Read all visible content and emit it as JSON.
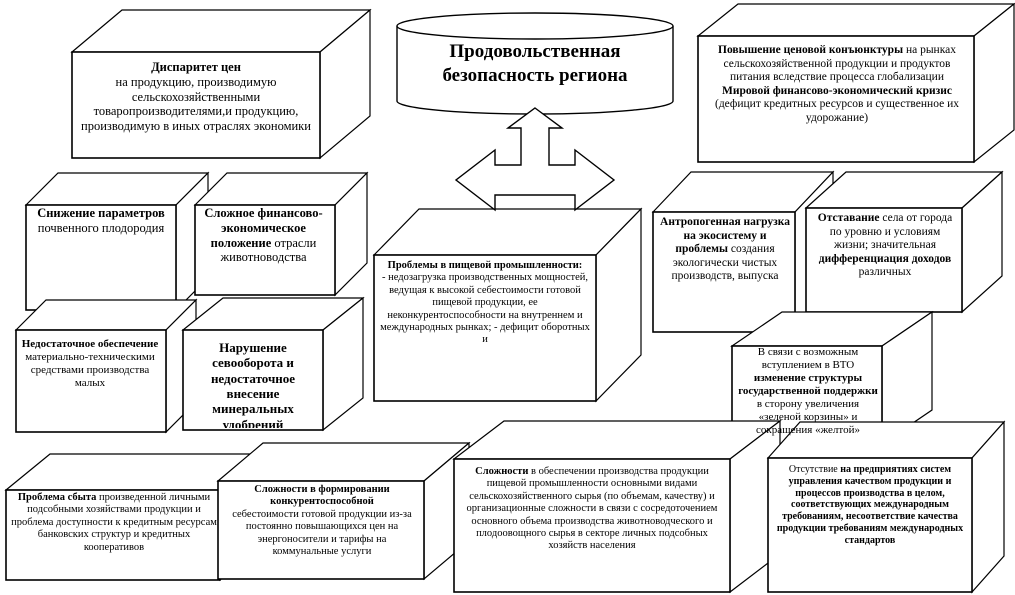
{
  "center": {
    "title_line1": "Продовольственная",
    "title_line2": "безопасность региона"
  },
  "boxes": {
    "disparity": {
      "bold": "Диспаритет цен",
      "text": "на продукцию, производимую сельскохозяйственными товаропроизводителями,и продукцию, производимую в иных отраслях экономики"
    },
    "price_conjuncture": {
      "bold1": "Повышение ценовой конъюнктуры",
      "text1": " на рынках сельскохозяйственной продукции и продуктов питания вследствие процесса глобализации",
      "bold2": "Мировой финансово-экономический кризис",
      "text2": " (дефицит кредитных ресурсов и существенное их удорожание)"
    },
    "soil": {
      "bold": "Снижение параметров",
      "text": " почвенного плодородия"
    },
    "livestock": {
      "bold": "Сложное финансово-экономическое положение",
      "text": " отрасли животноводства"
    },
    "food_industry": {
      "bold": "Проблемы в пищевой промышленности:",
      "text": "- недозагрузка производственных мощностей, ведущая к высокой себестоимости готовой пищевой продукции, ее неконкурентоспособности на внутреннем и международных рынках; - дефицит оборотных и"
    },
    "anthropogenic": {
      "bold": "Антропогенная нагрузка на экосистему и проблемы",
      "text": " создания экологически чистых производств, выпуска"
    },
    "village_lag": {
      "bold1": "Отставание",
      "text1": " села от города по уровню и условиям жизни; значительная ",
      "bold2": "дифференциация доходов",
      "text2": " различных"
    },
    "material_support": {
      "bold": "Недостаточное обеспечение",
      "text": " материально-техническими средствами производства малых"
    },
    "crop_rotation": {
      "bold": "Нарушение севооборота и недостаточное внесение минеральных удобрений"
    },
    "wto": {
      "text1": "В связи с возможным вступлением в ВТО ",
      "bold": "изменение структуры государственной поддержки",
      "text2": " в сторону увеличения «зеленой корзины» и сокращения «желтой»"
    },
    "sales": {
      "bold": "Проблема сбыта",
      "text": " произведенной личными подсобными хозяйствами продукции и проблема доступности к кредитным ресурсам банковских структур и кредитных кооперативов"
    },
    "competitive_cost": {
      "bold": "Сложности в формировании конкурентоспособной",
      "text": " себестоимости готовой продукции из-за постоянно повышающихся цен на энергоносители и тарифы на коммунальные услуги"
    },
    "raw_supply": {
      "bold": "Сложности",
      "text": " в обеспечении производства продукции пищевой промышленности основными видами сельскохозяйственного сырья (по объемам, качеству) и организационные сложности в связи с сосредоточением основного объема производства животноводческого и плодоовощного сырья в секторе личных подсобных хозяйств населения"
    },
    "quality_systems": {
      "text1": "Отсутствие ",
      "bold": "на предприятиях систем управления качеством продукции и процессов производства в целом, соответствующих международным требованиям, несоответствие качества продукции требованиям международных стандартов"
    }
  }
}
